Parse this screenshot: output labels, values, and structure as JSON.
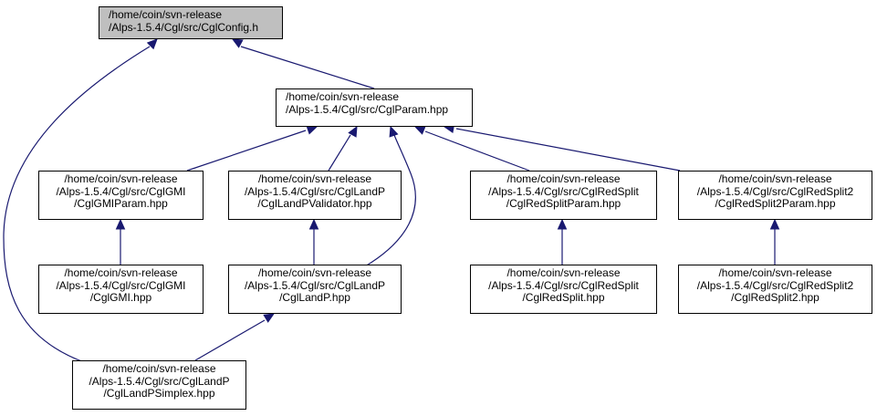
{
  "colors": {
    "edge": "#191970",
    "root_fill": "#bfbfbf",
    "node_fill": "#ffffff",
    "border": "#000000"
  },
  "nodes": {
    "cglconfig": [
      "/home/coin/svn-release",
      "/Alps-1.5.4/Cgl/src/CglConfig.h"
    ],
    "cglparam": [
      "/home/coin/svn-release",
      "/Alps-1.5.4/Cgl/src/CglParam.hpp"
    ],
    "cglgmiparam": [
      "/home/coin/svn-release",
      "/Alps-1.5.4/Cgl/src/CglGMI",
      "/CglGMIParam.hpp"
    ],
    "cgllandpvalidator": [
      "/home/coin/svn-release",
      "/Alps-1.5.4/Cgl/src/CglLandP",
      "/CglLandPValidator.hpp"
    ],
    "cglredsplitparam": [
      "/home/coin/svn-release",
      "/Alps-1.5.4/Cgl/src/CglRedSplit",
      "/CglRedSplitParam.hpp"
    ],
    "cglredsplit2param": [
      "/home/coin/svn-release",
      "/Alps-1.5.4/Cgl/src/CglRedSplit2",
      "/CglRedSplit2Param.hpp"
    ],
    "cglgmi": [
      "/home/coin/svn-release",
      "/Alps-1.5.4/Cgl/src/CglGMI",
      "/CglGMI.hpp"
    ],
    "cgllandp": [
      "/home/coin/svn-release",
      "/Alps-1.5.4/Cgl/src/CglLandP",
      "/CglLandP.hpp"
    ],
    "cglredsplit": [
      "/home/coin/svn-release",
      "/Alps-1.5.4/Cgl/src/CglRedSplit",
      "/CglRedSplit.hpp"
    ],
    "cglredsplit2": [
      "/home/coin/svn-release",
      "/Alps-1.5.4/Cgl/src/CglRedSplit2",
      "/CglRedSplit2.hpp"
    ],
    "cgllandpsimplex": [
      "/home/coin/svn-release",
      "/Alps-1.5.4/Cgl/src/CglLandP",
      "/CglLandPSimplex.hpp"
    ]
  },
  "edges": [
    {
      "from": "cglparam",
      "to": "cglconfig"
    },
    {
      "from": "cgllandpsimplex",
      "to": "cglconfig"
    },
    {
      "from": "cglgmiparam",
      "to": "cglparam"
    },
    {
      "from": "cgllandpvalidator",
      "to": "cglparam"
    },
    {
      "from": "cgllandp",
      "to": "cglparam"
    },
    {
      "from": "cglredsplitparam",
      "to": "cglparam"
    },
    {
      "from": "cglredsplit2param",
      "to": "cglparam"
    },
    {
      "from": "cglgmi",
      "to": "cglgmiparam"
    },
    {
      "from": "cgllandp",
      "to": "cgllandpvalidator"
    },
    {
      "from": "cglredsplit",
      "to": "cglredsplitparam"
    },
    {
      "from": "cglredsplit2",
      "to": "cglredsplit2param"
    },
    {
      "from": "cgllandpsimplex",
      "to": "cgllandp"
    }
  ]
}
